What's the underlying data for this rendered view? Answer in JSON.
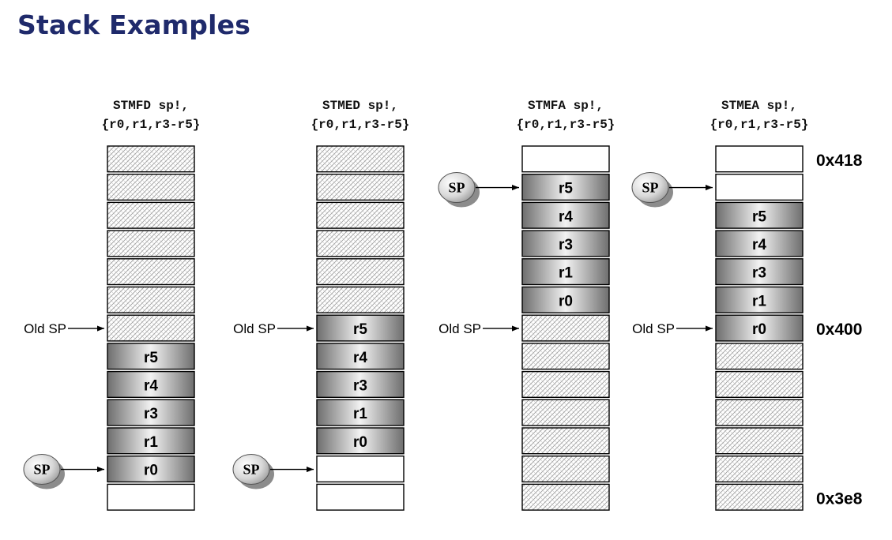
{
  "title": "Stack Examples",
  "colors": {
    "title": "#1f2a6b",
    "register_fill": "#8a8a8a",
    "hatch": "#9a9a9a"
  },
  "old_sp_label": "Old SP",
  "sp_label": "SP",
  "addresses": [
    {
      "label": "0x418",
      "slot": 0
    },
    {
      "label": "0x400",
      "slot": 6
    },
    {
      "label": "0x3e8",
      "slot": 12
    }
  ],
  "stacks": [
    {
      "name": "stmfd",
      "instruction": [
        "STMFD sp!,",
        "{r0,r1,r3-r5}"
      ],
      "slots": [
        "used",
        "used",
        "used",
        "used",
        "used",
        "used",
        "used",
        "r5",
        "r4",
        "r3",
        "r1",
        "r0",
        "empty"
      ],
      "old_sp_slot": 6,
      "sp_slot": 11
    },
    {
      "name": "stmed",
      "instruction": [
        "STMED sp!,",
        "{r0,r1,r3-r5}"
      ],
      "slots": [
        "used",
        "used",
        "used",
        "used",
        "used",
        "used",
        "r5",
        "r4",
        "r3",
        "r1",
        "r0",
        "empty",
        "empty"
      ],
      "old_sp_slot": 6,
      "sp_slot": 11
    },
    {
      "name": "stmfa",
      "instruction": [
        "STMFA sp!,",
        "{r0,r1,r3-r5}"
      ],
      "slots": [
        "empty",
        "r5",
        "r4",
        "r3",
        "r1",
        "r0",
        "used",
        "used",
        "used",
        "used",
        "used",
        "used",
        "used"
      ],
      "old_sp_slot": 6,
      "sp_slot": 1
    },
    {
      "name": "stmea",
      "instruction": [
        "STMEA sp!,",
        "{r0,r1,r3-r5}"
      ],
      "slots": [
        "empty",
        "empty",
        "r5",
        "r4",
        "r3",
        "r1",
        "r0",
        "used",
        "used",
        "used",
        "used",
        "used",
        "used"
      ],
      "old_sp_slot": 6,
      "sp_slot": 1
    }
  ]
}
